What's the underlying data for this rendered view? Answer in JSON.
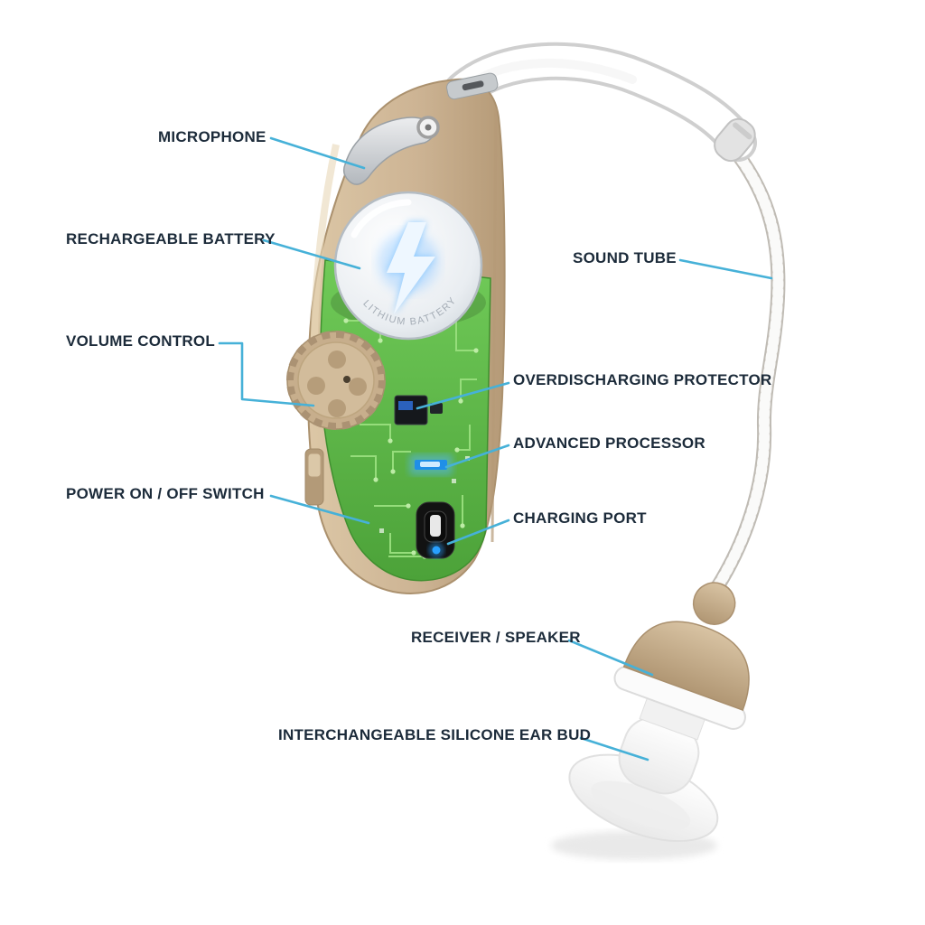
{
  "diagram": {
    "subject": "hearing-aid-parts-diagram",
    "labels": [
      {
        "id": "microphone",
        "text": "MICROPHONE"
      },
      {
        "id": "rechargeable-battery",
        "text": "RECHARGEABLE BATTERY"
      },
      {
        "id": "volume-control",
        "text": "VOLUME CONTROL"
      },
      {
        "id": "power-switch",
        "text": "POWER ON / OFF SWITCH"
      },
      {
        "id": "sound-tube",
        "text": "SOUND TUBE"
      },
      {
        "id": "overdischarging-protector",
        "text": "OVERDISCHARGING PROTECTOR"
      },
      {
        "id": "advanced-processor",
        "text": "ADVANCED PROCESSOR"
      },
      {
        "id": "charging-port",
        "text": "CHARGING PORT"
      },
      {
        "id": "receiver-speaker",
        "text": "RECEIVER / SPEAKER"
      },
      {
        "id": "ear-bud",
        "text": "INTERCHANGEABLE SILICONE EAR BUD"
      }
    ],
    "battery_marking": "LITHIUM BATTERY",
    "colors": {
      "label_text": "#1c2b3a",
      "leader_line": "#46b1d8",
      "shell_tan": "#cdb494",
      "pcb_green": "#5fb748",
      "accent_blue": "#2e9be6"
    }
  }
}
